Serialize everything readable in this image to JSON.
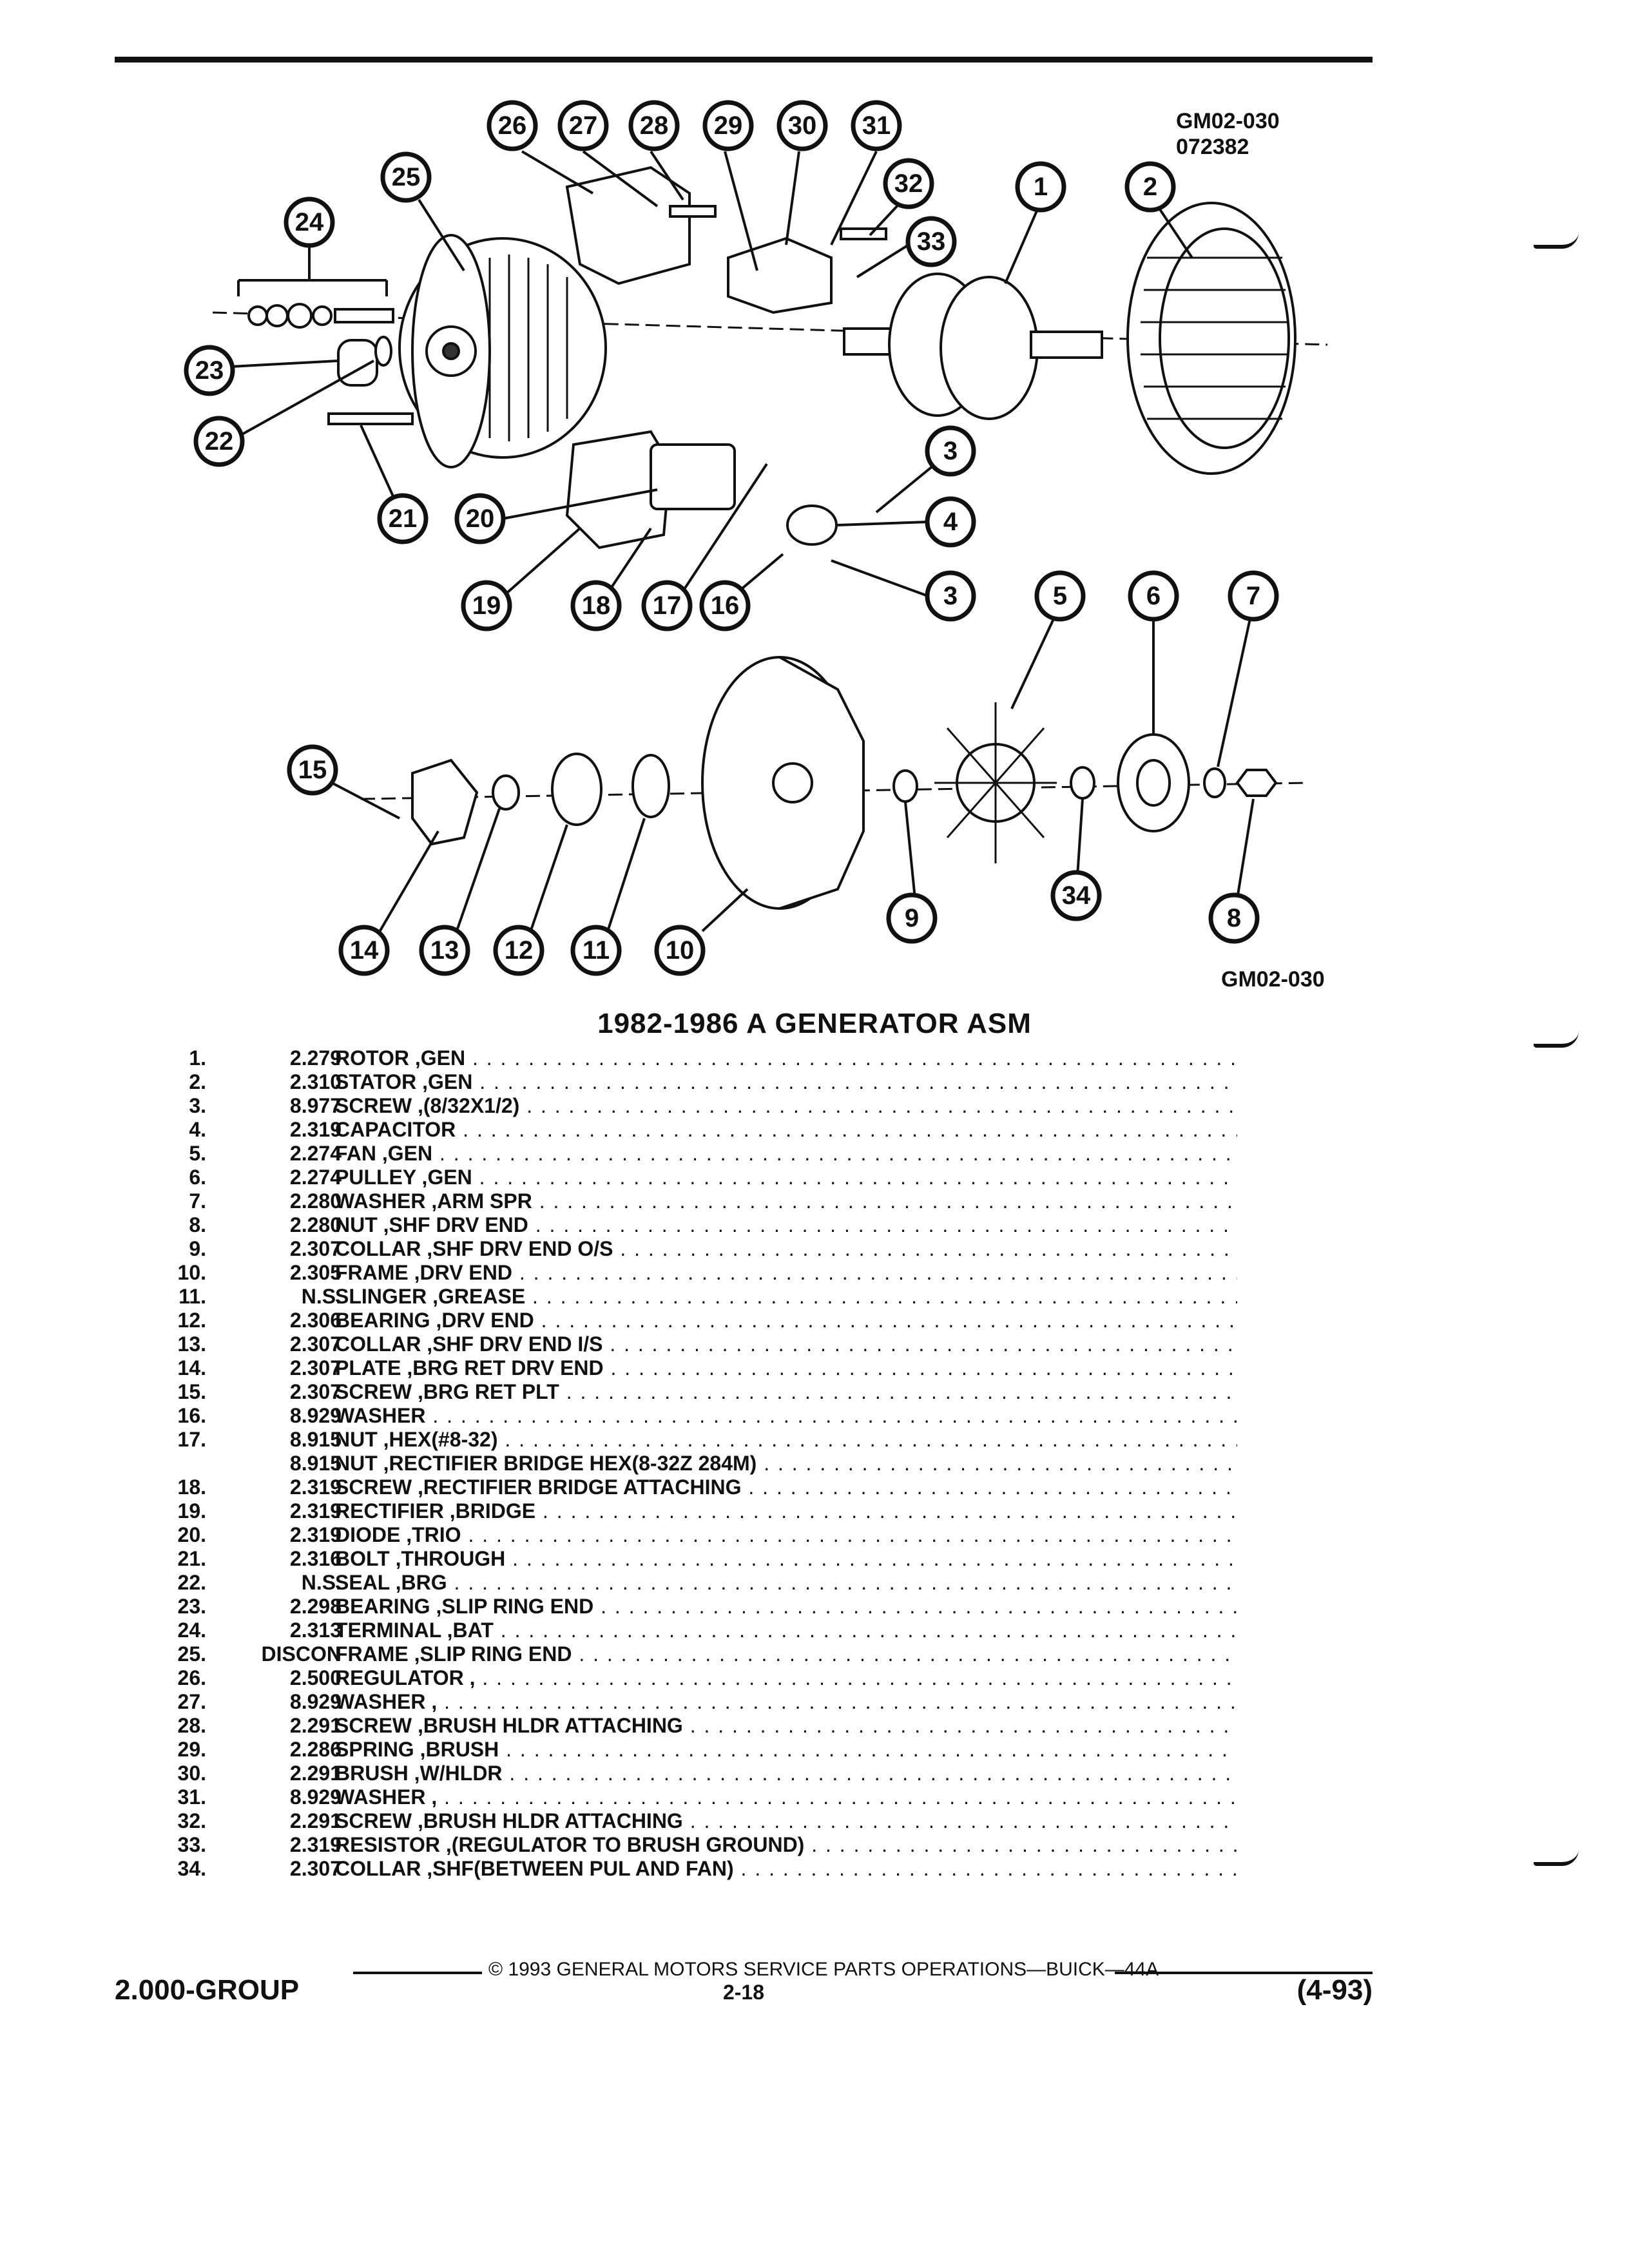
{
  "diagram": {
    "code_top": "GM02-030",
    "date_code": "072382",
    "code_bottom": "GM02-030",
    "callouts": [
      "1",
      "2",
      "3",
      "3",
      "4",
      "5",
      "6",
      "7",
      "8",
      "9",
      "10",
      "11",
      "12",
      "13",
      "14",
      "15",
      "16",
      "17",
      "18",
      "19",
      "20",
      "21",
      "22",
      "23",
      "24",
      "25",
      "26",
      "27",
      "28",
      "29",
      "30",
      "31",
      "32",
      "33",
      "34"
    ]
  },
  "title": "1982-1986 A GENERATOR ASM",
  "parts": [
    {
      "num": "1.",
      "code": "2.279",
      "desc": "ROTOR ,GEN"
    },
    {
      "num": "2.",
      "code": "2.310",
      "desc": "STATOR ,GEN"
    },
    {
      "num": "3.",
      "code": "8.977",
      "desc": "SCREW ,(8/32X1/2)"
    },
    {
      "num": "4.",
      "code": "2.319",
      "desc": "CAPACITOR"
    },
    {
      "num": "5.",
      "code": "2.274",
      "desc": "FAN ,GEN"
    },
    {
      "num": "6.",
      "code": "2.274",
      "desc": "PULLEY ,GEN"
    },
    {
      "num": "7.",
      "code": "2.280",
      "desc": "WASHER ,ARM SPR"
    },
    {
      "num": "8.",
      "code": "2.280",
      "desc": "NUT ,SHF DRV END"
    },
    {
      "num": "9.",
      "code": "2.307",
      "desc": "COLLAR ,SHF DRV END O/S"
    },
    {
      "num": "10.",
      "code": "2.305",
      "desc": "FRAME ,DRV END"
    },
    {
      "num": "11.",
      "code": "N.S.",
      "desc": "SLINGER ,GREASE"
    },
    {
      "num": "12.",
      "code": "2.306",
      "desc": "BEARING ,DRV END"
    },
    {
      "num": "13.",
      "code": "2.307",
      "desc": "COLLAR ,SHF DRV END I/S"
    },
    {
      "num": "14.",
      "code": "2.307",
      "desc": "PLATE ,BRG RET DRV END"
    },
    {
      "num": "15.",
      "code": "2.307",
      "desc": "SCREW ,BRG RET PLT"
    },
    {
      "num": "16.",
      "code": "8.929",
      "desc": "WASHER"
    },
    {
      "num": "17.",
      "code": "8.915",
      "desc": "NUT ,HEX(#8-32)"
    },
    {
      "num": "",
      "code": "8.915",
      "desc": "NUT ,RECTIFIER BRIDGE HEX(8-32Z 284M)"
    },
    {
      "num": "18.",
      "code": "2.319",
      "desc": "SCREW ,RECTIFIER BRIDGE ATTACHING"
    },
    {
      "num": "19.",
      "code": "2.319",
      "desc": "RECTIFIER ,BRIDGE"
    },
    {
      "num": "20.",
      "code": "2.319",
      "desc": "DIODE ,TRIO"
    },
    {
      "num": "21.",
      "code": "2.316",
      "desc": "BOLT ,THROUGH"
    },
    {
      "num": "22.",
      "code": "N.S.",
      "desc": "SEAL ,BRG"
    },
    {
      "num": "23.",
      "code": "2.298",
      "desc": "BEARING ,SLIP RING END"
    },
    {
      "num": "24.",
      "code": "2.313",
      "desc": "TERMINAL ,BAT"
    },
    {
      "num": "25.",
      "code": "DISCON",
      "desc": "FRAME ,SLIP RING END"
    },
    {
      "num": "26.",
      "code": "2.500",
      "desc": "REGULATOR ,"
    },
    {
      "num": "27.",
      "code": "8.929",
      "desc": "WASHER ,"
    },
    {
      "num": "28.",
      "code": "2.291",
      "desc": "SCREW ,BRUSH HLDR ATTACHING"
    },
    {
      "num": "29.",
      "code": "2.286",
      "desc": "SPRING ,BRUSH"
    },
    {
      "num": "30.",
      "code": "2.291",
      "desc": "BRUSH ,W/HLDR"
    },
    {
      "num": "31.",
      "code": "8.929",
      "desc": "WASHER ,"
    },
    {
      "num": "32.",
      "code": "2.291",
      "desc": "SCREW ,BRUSH HLDR ATTACHING"
    },
    {
      "num": "33.",
      "code": "2.319",
      "desc": "RESISTOR ,(REGULATOR TO BRUSH GROUND)"
    },
    {
      "num": "34.",
      "code": "2.307",
      "desc": "COLLAR ,SHF(BETWEEN PUL AND FAN)"
    }
  ],
  "footer": {
    "copyright": "© 1993 GENERAL MOTORS SERVICE PARTS OPERATIONS—BUICK—44A",
    "group": "2.000-GROUP",
    "page": "2-18",
    "revision": "(4-93)"
  }
}
